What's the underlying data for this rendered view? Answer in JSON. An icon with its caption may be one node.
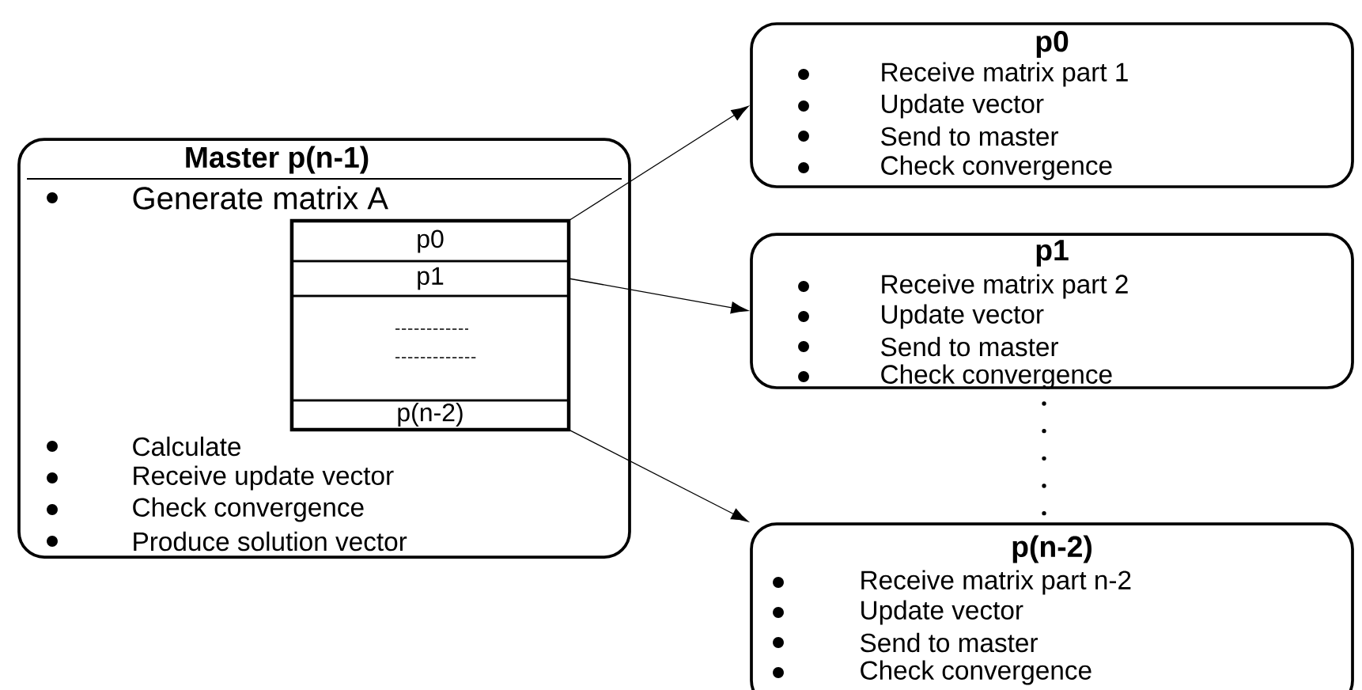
{
  "diagram": {
    "nodes": [
      {
        "text": [
          "Master p(n-1)",
          "Generate matrix  A",
          "Calculate",
          "Receive update vector",
          "Check convergence",
          "Produce solution vector"
        ]
      },
      {
        "text": [
          "p0"
        ],
        "in": 0
      },
      {
        "text": [
          "p1"
        ],
        "in": 0
      },
      {
        "text": [],
        "shape": "box",
        "in": 0
      },
      {
        "text": [
          "p(n-2)"
        ],
        "in": 0
      },
      {
        "text": [
          "p0",
          "Receive matrix part 1",
          "Update vector",
          "Send to master",
          "Check convergence"
        ]
      },
      {
        "text": [
          "p1",
          "Receive matrix part 2",
          "Update vector",
          "Send to master",
          "Check convergence"
        ]
      },
      {
        "text": [
          "p(n-2)",
          "Receive matrix part n-2",
          "Update vector",
          "Send to master",
          "Check convergence"
        ]
      }
    ],
    "edges": [
      {
        "from": 1,
        "to": 5,
        "arrow": "to"
      },
      {
        "from": 2,
        "to": 6,
        "arrow": "to"
      },
      {
        "from": 4,
        "to": 7,
        "arrow": "to"
      }
    ]
  }
}
